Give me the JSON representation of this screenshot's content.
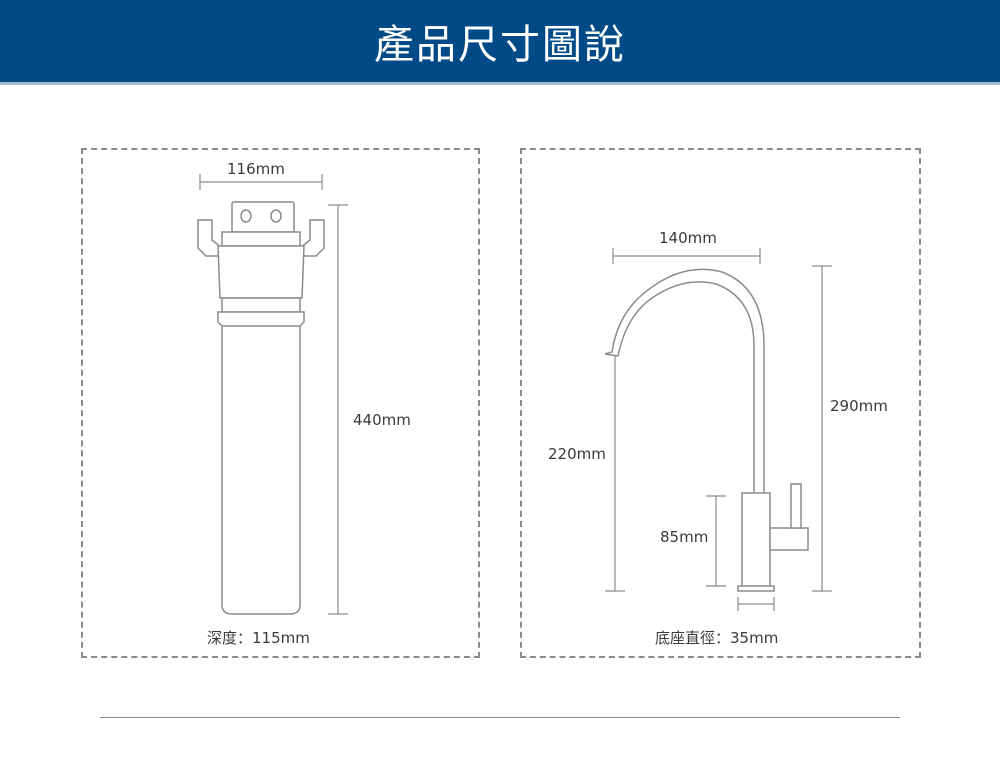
{
  "header": {
    "title": "產品尺寸圖說",
    "background_color": "#004b87",
    "text_color": "#ffffff"
  },
  "filter_panel": {
    "width_label": "116mm",
    "height_label": "440mm",
    "depth_label": "深度：115mm"
  },
  "faucet_panel": {
    "reach_label": "140mm",
    "total_height_label": "290mm",
    "spout_height_label": "220mm",
    "base_height_label": "85mm",
    "base_diameter_label": "底座直徑：35mm"
  }
}
